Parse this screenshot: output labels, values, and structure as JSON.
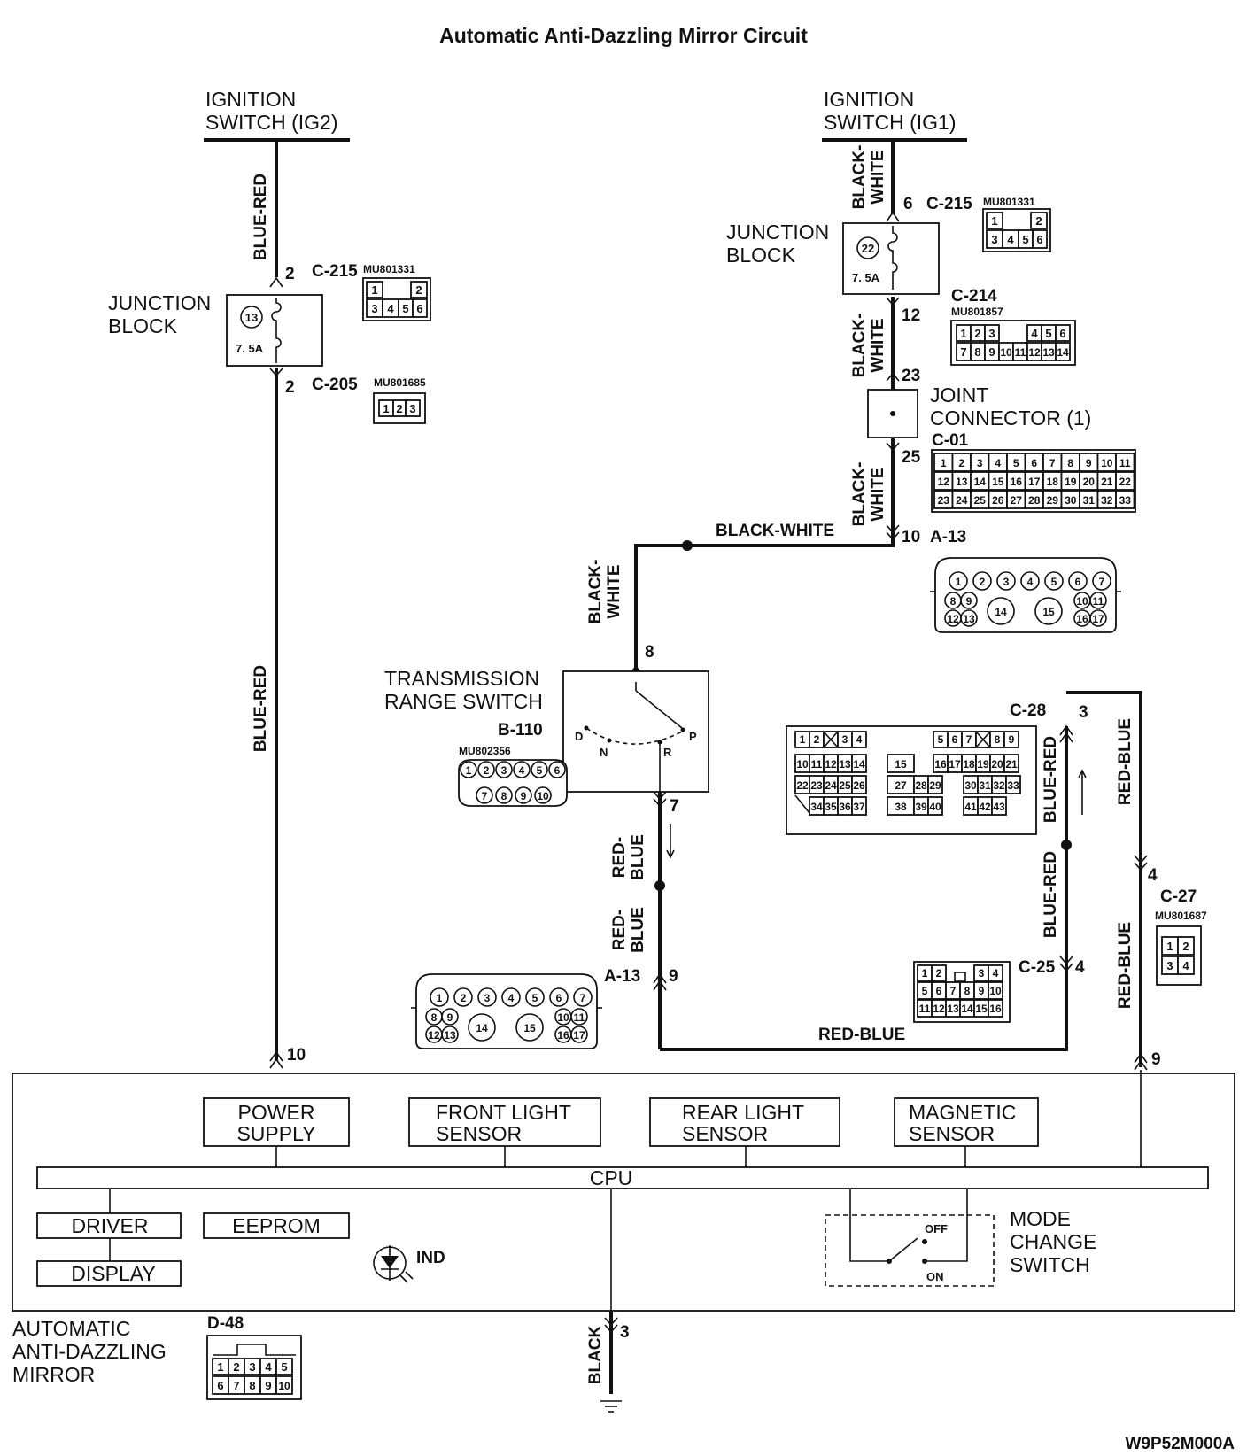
{
  "title": "Automatic Anti-Dazzling Mirror Circuit",
  "footer_code": "W9P52M000A",
  "ignition_ig2": {
    "line1": "IGNITION",
    "line2": "SWITCH (IG2)"
  },
  "ignition_ig1": {
    "line1": "IGNITION",
    "line2": "SWITCH (IG1)"
  },
  "junction_left": {
    "line1": "JUNCTION",
    "line2": "BLOCK",
    "fuse_no": "13",
    "fuse_rating": "7. 5A"
  },
  "junction_right": {
    "line1": "JUNCTION",
    "line2": "BLOCK",
    "fuse_no": "22",
    "fuse_rating": "7. 5A"
  },
  "wires": {
    "blue_red": "BLUE-RED",
    "black_white_1": "BLACK-",
    "black_white_2": "WHITE",
    "black_white_full": "BLACK-WHITE",
    "red_blue_1": "RED-",
    "red_blue_2": "BLUE",
    "red_blue_full": "RED-BLUE",
    "black": "BLACK"
  },
  "pins": {
    "l_c215": "2",
    "l_c205": "2",
    "l_mirror": "10",
    "r_c215": "6",
    "r_c214": "12",
    "r_joint_in": "23",
    "r_joint_out": "25",
    "r_a13": "10",
    "trs_in": "8",
    "trs_out": "7",
    "a13_lower": "9",
    "c28": "3",
    "c25": "4",
    "c27": "4",
    "mirror_right": "9",
    "ground": "3"
  },
  "connectors": {
    "c215": "C-215",
    "c205": "C-205",
    "c214": "C-214",
    "c01": "C-01",
    "a13": "A-13",
    "b110": "B-110",
    "c28": "C-28",
    "c25": "C-25",
    "c27": "C-27",
    "d48": "D-48"
  },
  "part_numbers": {
    "mu801331": "MU801331",
    "mu801685": "MU801685",
    "mu801857": "MU801857",
    "mu802356": "MU802356",
    "mu801687": "MU801687"
  },
  "joint_connector": {
    "line1": "JOINT",
    "line2": "CONNECTOR (1)"
  },
  "trs": {
    "line1": "TRANSMISSION",
    "line2": "RANGE SWITCH",
    "pos_d": "D",
    "pos_n": "N",
    "pos_r": "R",
    "pos_p": "P"
  },
  "mirror": {
    "name1": "AUTOMATIC",
    "name2": "ANTI-DAZZLING",
    "name3": "MIRROR",
    "power1": "POWER",
    "power2": "SUPPLY",
    "front1": "FRONT LIGHT",
    "front2": "SENSOR",
    "rear1": "REAR LIGHT",
    "rear2": "SENSOR",
    "mag1": "MAGNETIC",
    "mag2": "SENSOR",
    "cpu": "CPU",
    "driver": "DRIVER",
    "display": "DISPLAY",
    "eeprom": "EEPROM",
    "ind": "IND",
    "mode1": "MODE",
    "mode2": "CHANGE",
    "mode3": "SWITCH",
    "off": "OFF",
    "on": "ON"
  },
  "connector_pins": {
    "c215_top": [
      "1",
      "2"
    ],
    "c215_bot": [
      "3",
      "4",
      "5",
      "6"
    ],
    "c205": [
      "1",
      "2",
      "3"
    ],
    "c214_top": [
      "1",
      "2",
      "3",
      "4",
      "5",
      "6"
    ],
    "c214_bot": [
      "7",
      "8",
      "9",
      "10",
      "11",
      "12",
      "13",
      "14"
    ],
    "c01_r1": [
      "1",
      "2",
      "3",
      "4",
      "5",
      "6",
      "7",
      "8",
      "9",
      "10",
      "11"
    ],
    "c01_r2": [
      "12",
      "13",
      "14",
      "15",
      "16",
      "17",
      "18",
      "19",
      "20",
      "21",
      "22"
    ],
    "c01_r3": [
      "23",
      "24",
      "25",
      "26",
      "27",
      "28",
      "29",
      "30",
      "31",
      "32",
      "33"
    ],
    "a13_r1": [
      "1",
      "2",
      "3",
      "4",
      "5",
      "6",
      "7"
    ],
    "a13_r2a": [
      "8",
      "9"
    ],
    "a13_r2b": [
      "10",
      "11"
    ],
    "a13_r3a": [
      "12",
      "13"
    ],
    "a13_r3b": [
      "16",
      "17"
    ],
    "a13_big": [
      "14",
      "15"
    ],
    "b110_r1": [
      "1",
      "2",
      "3",
      "4",
      "5",
      "6"
    ],
    "b110_r2": [
      "7",
      "8",
      "9",
      "10"
    ],
    "c28_r1a": [
      "1",
      "2"
    ],
    "c28_r1b": [
      "3",
      "4"
    ],
    "c28_r1c": [
      "5",
      "6",
      "7"
    ],
    "c28_r1d": [
      "8",
      "9"
    ],
    "c28_r2a": [
      "10",
      "11",
      "12",
      "13",
      "14"
    ],
    "c28_r2b": [
      "15"
    ],
    "c28_r2c": [
      "16",
      "17",
      "18",
      "19",
      "20",
      "21"
    ],
    "c28_r3a": [
      "22",
      "23",
      "24",
      "25",
      "26"
    ],
    "c28_r3b": [
      "27"
    ],
    "c28_r3c": [
      "28",
      "29"
    ],
    "c28_r3d": [
      "30",
      "31",
      "32",
      "33"
    ],
    "c28_r4a": [
      "34",
      "35",
      "36",
      "37"
    ],
    "c28_r4b": [
      "38"
    ],
    "c28_r4c": [
      "39",
      "40"
    ],
    "c28_r4d": [
      "41",
      "42",
      "43"
    ],
    "c25_top_a": [
      "1",
      "2"
    ],
    "c25_top_b": [
      "3",
      "4"
    ],
    "c25_mid": [
      "5",
      "6",
      "7",
      "8",
      "9",
      "10"
    ],
    "c25_bot": [
      "11",
      "12",
      "13",
      "14",
      "15",
      "16"
    ],
    "c27_top": [
      "1",
      "2"
    ],
    "c27_bot": [
      "3",
      "4"
    ],
    "d48_top": [
      "1",
      "2",
      "3",
      "4",
      "5"
    ],
    "d48_bot": [
      "6",
      "7",
      "8",
      "9",
      "10"
    ]
  }
}
